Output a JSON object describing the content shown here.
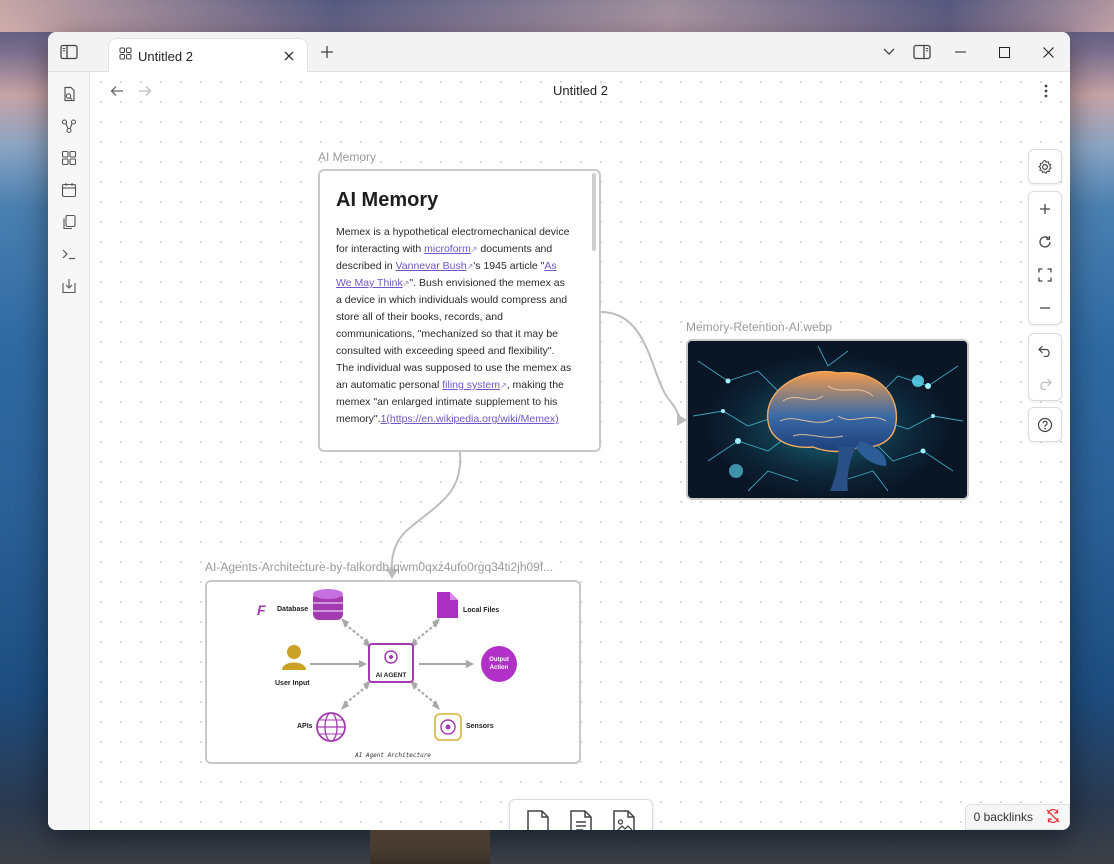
{
  "window": {
    "tab_title": "Untitled 2"
  },
  "view": {
    "title": "Untitled 2"
  },
  "nodes": {
    "note": {
      "label": "AI Memory",
      "heading": "AI Memory",
      "t1": "Memex is a hypothetical electromechanical device for interacting with ",
      "l1": "microform",
      "t2": " documents and described in ",
      "l2": "Vannevar Bush",
      "t3": "'s 1945 article \"",
      "l3": "As We May Think",
      "t4": "\". Bush envisioned the memex as a device in which individuals would compress and store all of their books, records, and communications, \"mechanized so that it may be consulted with exceeding speed and flexibility\". The individual was supposed to use the memex as an automatic personal ",
      "l4": "filing system",
      "t5": ", making the memex \"an enlarged intimate supplement to his memory\".",
      "l5": "1(https://en.wikipedia.org/wiki/Memex)"
    },
    "brain": {
      "label": "Memory-Retention-AI.webp"
    },
    "arch": {
      "label": "AI-Agents-Architecture-by-falkordb-qwm0qxz4ufo0rgq34ti2jh09f...",
      "database": "Database",
      "local_files": "Local Files",
      "user_input": "User Input",
      "agent": "AI AGENT",
      "output_line1": "Output",
      "output_line2": "Action",
      "apis": "APIs",
      "sensors": "Sensors",
      "caption": "AI Agent Architecture",
      "brand_letter": "F"
    }
  },
  "status": {
    "backlinks": "0 backlinks"
  },
  "colors": {
    "accent": "#6f56c9",
    "agent_purple": "#a23bb0",
    "output_purple": "#b030c8"
  }
}
